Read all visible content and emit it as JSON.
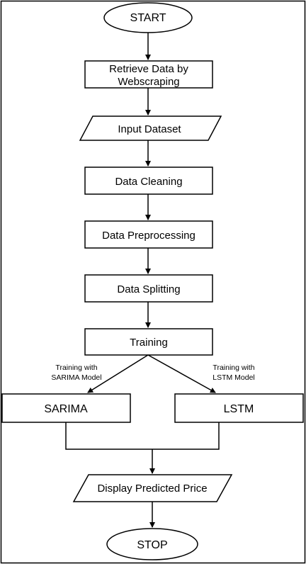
{
  "diagram": {
    "type": "flowchart",
    "colors": {
      "stroke": "#000000",
      "fill": "#ffffff",
      "text": "#000000"
    },
    "nodes": {
      "start": {
        "shape": "ellipse",
        "label": "START"
      },
      "retrieve": {
        "shape": "rectangle",
        "label_line1": "Retrieve Data by",
        "label_line2": "Webscraping"
      },
      "input": {
        "shape": "parallelogram",
        "label": "Input Dataset"
      },
      "cleaning": {
        "shape": "rectangle",
        "label": "Data Cleaning"
      },
      "preprocessing": {
        "shape": "rectangle",
        "label": "Data Preprocessing"
      },
      "splitting": {
        "shape": "rectangle",
        "label": "Data Splitting"
      },
      "training": {
        "shape": "rectangle",
        "label": "Training"
      },
      "sarima": {
        "shape": "rectangle",
        "label": "SARIMA"
      },
      "lstm": {
        "shape": "rectangle",
        "label": "LSTM"
      },
      "display": {
        "shape": "parallelogram",
        "label": "Display Predicted Price"
      },
      "stop": {
        "shape": "ellipse",
        "label": "STOP"
      }
    },
    "edge_labels": {
      "to_sarima_line1": "Training with",
      "to_sarima_line2": "SARIMA Model",
      "to_lstm_line1": "Training with",
      "to_lstm_line2": "LSTM Model"
    }
  }
}
